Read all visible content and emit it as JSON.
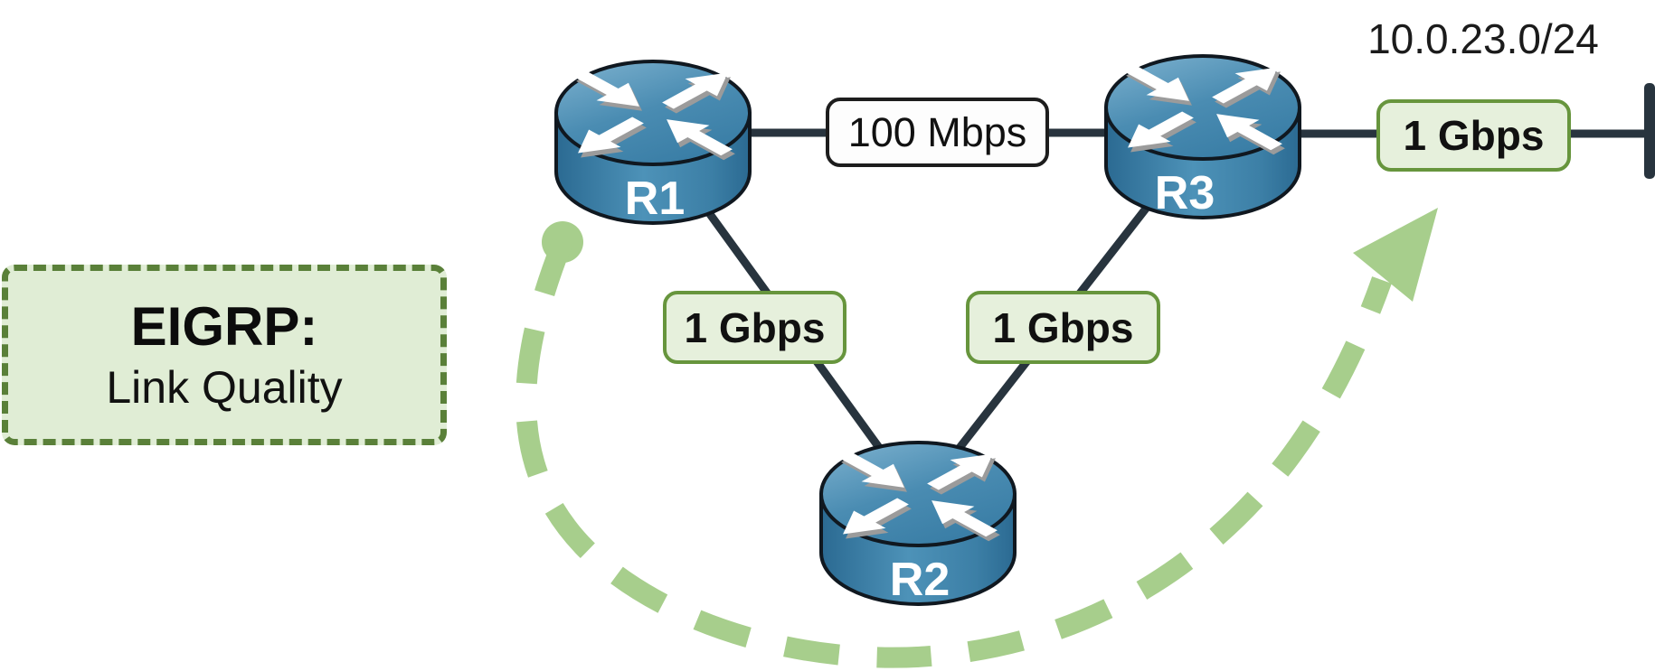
{
  "annotation_box": {
    "title": "EIGRP:",
    "subtitle": "Link Quality"
  },
  "network": {
    "prefix": "10.0.23.0/24"
  },
  "routers": [
    {
      "name": "R1"
    },
    {
      "name": "R2"
    },
    {
      "name": "R3"
    }
  ],
  "links": [
    {
      "from": "R1",
      "to": "R3",
      "label": "100 Mbps"
    },
    {
      "from": "R1",
      "to": "R2",
      "label": "1 Gbps"
    },
    {
      "from": "R2",
      "to": "R3",
      "label": "1 Gbps"
    },
    {
      "from": "R3",
      "to": "10.0.23.0/24",
      "label": "1 Gbps"
    }
  ],
  "colors": {
    "highlight_green": "#a7ce8c",
    "label_green_fill": "#e6f0dc",
    "label_green_border": "#67953d",
    "annotation_fill": "#e0edd5",
    "annotation_border": "#5a8039",
    "link_line": "#28343e",
    "router_blue": "#4087ae"
  }
}
